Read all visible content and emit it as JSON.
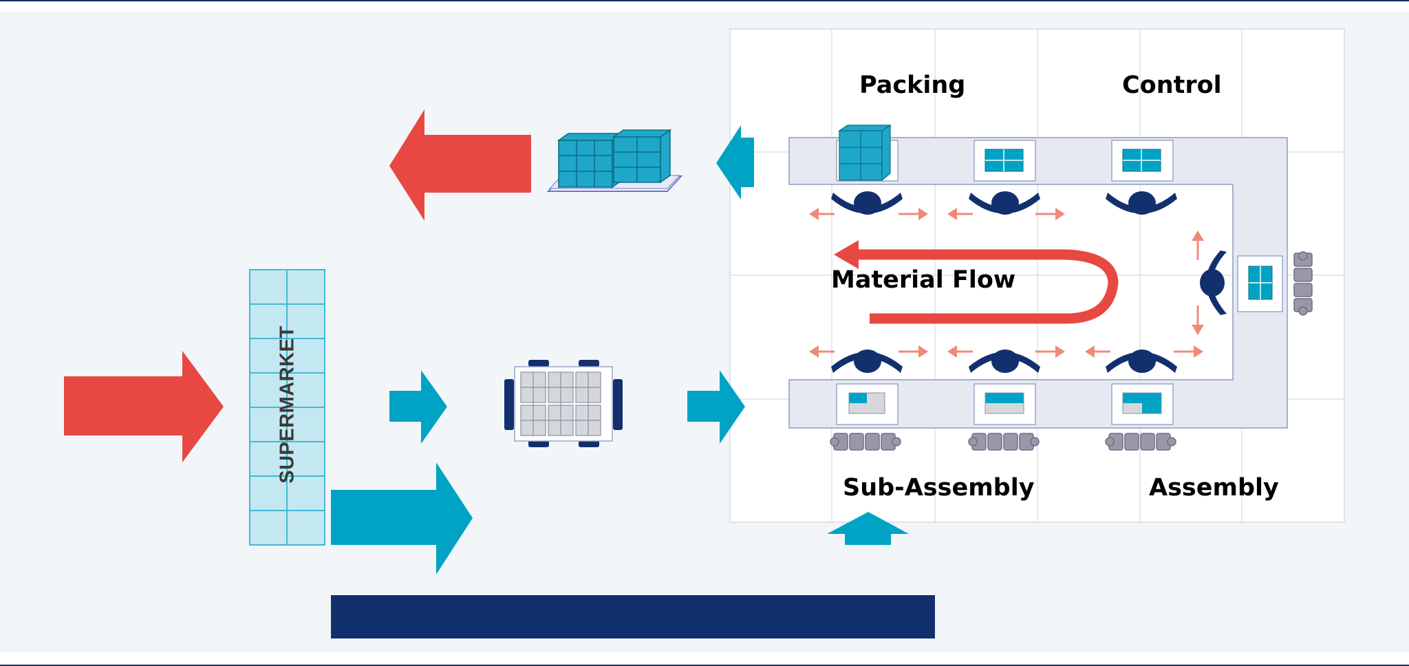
{
  "labels": {
    "packing": "Packing",
    "control": "Control",
    "material_flow": "Material Flow",
    "sub_assembly": "Sub-Assembly",
    "assembly": "Assembly",
    "supermarket": "SUPERMARKET"
  },
  "colors": {
    "background": "#f3f6f9",
    "frame_rule": "#13305f",
    "flow_red": "#e84842",
    "flow_teal": "#00a3c4",
    "navy": "#13306e",
    "worker_arrow": "#ef8a78",
    "conveyor": "#e6e9f1",
    "grid_line": "#d4d9e2"
  }
}
